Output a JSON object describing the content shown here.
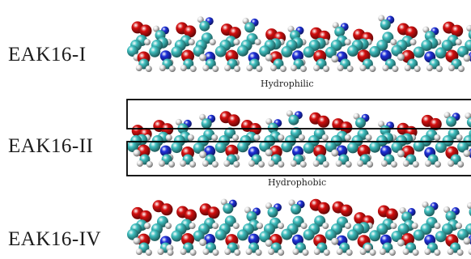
{
  "rows": [
    {
      "label": "EAK16-I"
    },
    {
      "label": "EAK16-II"
    },
    {
      "label": "EAK16-IV"
    }
  ],
  "captions": {
    "hydrophilic": "Hydrophilic",
    "hydrophobic": "Hydrophobic"
  },
  "atom_colors": {
    "carbon": "#3fbfbf",
    "oxygen": "#d40f0f",
    "nitrogen": "#1d2fd8",
    "hydrogen": "#e9e9e9"
  }
}
